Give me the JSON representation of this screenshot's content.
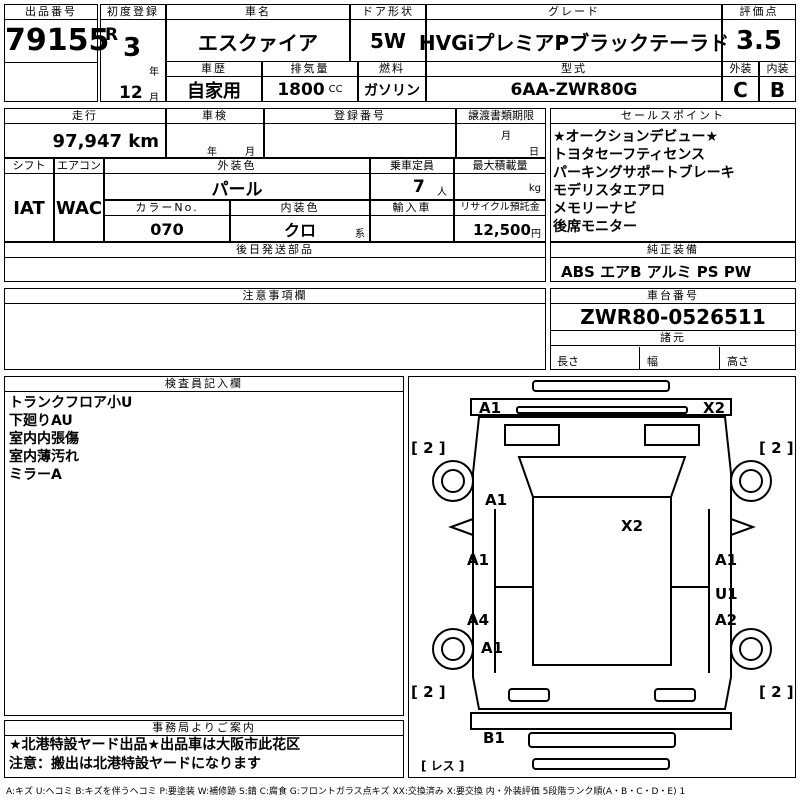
{
  "header": {
    "lot_label": "出品番号",
    "lot_no": "79155",
    "first_reg_label": "初度登録",
    "era": "R",
    "year": "3",
    "year_unit": "年",
    "month": "12",
    "month_unit": "月",
    "model_label": "車名",
    "model": "エスクァイア",
    "door_label": "ドア形状",
    "door": "5W",
    "grade_label": "グレード",
    "grade": "HVGiプレミアPブラックテーラド",
    "score_label": "評価点",
    "score": "3.5",
    "history_label": "車歴",
    "history": "自家用",
    "displacement_label": "排気量",
    "displacement": "1800",
    "cc_unit": "CC",
    "fuel_label": "燃料",
    "fuel": "ガソリン",
    "type_label": "型式",
    "type": "6AA-ZWR80G",
    "ext_label": "外装",
    "ext_grade": "C",
    "int_label": "内装",
    "int_grade": "B"
  },
  "row2": {
    "mileage_label": "走行",
    "mileage": "97,947 km",
    "inspection_label": "車検",
    "insp_year": "年",
    "insp_month": "月",
    "plate_label": "登録番号",
    "transfer_label": "譲渡書類期限",
    "transfer_month": "月",
    "transfer_day": "日",
    "shift_label": "シフト",
    "shift": "IAT",
    "ac_label": "エアコン",
    "ac": "WAC",
    "color_label": "外装色",
    "color": "パール",
    "seats_label": "乗車定員",
    "seats": "7",
    "seats_unit": "人",
    "load_label": "最大積載量",
    "load_unit": "kg",
    "color_no_label": "カラーNo.",
    "color_no": "070",
    "interior_label": "内装色",
    "interior": "クロ",
    "interior_unit": "系",
    "import_label": "輸入車",
    "recycle_label": "リサイクル預託金",
    "recycle": "12,500",
    "recycle_unit": "円",
    "later_label": "後日発送部品"
  },
  "sales_points": {
    "label": "セールスポイント",
    "items": [
      "★オークションデビュー★",
      "トヨタセーフティセンス",
      "パーキングサポートブレーキ",
      "モデリスタエアロ",
      "メモリーナビ",
      "後席モニター"
    ]
  },
  "equipment": {
    "label": "純正装備",
    "items": "ABS エアB アルミ PS PW"
  },
  "notes": {
    "label": "注意事項欄"
  },
  "chassis": {
    "label": "車台番号",
    "number": "ZWR80-0526511",
    "specs_label": "諸元",
    "length": "長さ",
    "width": "幅",
    "height": "高さ"
  },
  "inspector": {
    "label": "検査員記入欄",
    "lines": [
      "トランクフロア小U",
      "下廻りAU",
      "室内内張傷",
      "室内薄汚れ",
      "ミラーA"
    ]
  },
  "office": {
    "label": "事務局よりご案内",
    "line1": "★北港特設ヤード出品★出品車は大阪市此花区",
    "line2": "注意：搬出は北港特設ヤードになります"
  },
  "diagram": {
    "marks": {
      "a1_tl": "A1",
      "x2_tr": "X2",
      "b2_l1": "[ 2 ]",
      "b2_r1": "[ 2 ]",
      "a1_hood": "A1",
      "x2_roof": "X2",
      "a1_lf": "A1",
      "a1_rf": "A1",
      "u1_r": "U1",
      "a4_l": "A4",
      "a2_r": "A2",
      "a1_lr": "A1",
      "b2_l2": "[ 2 ]",
      "b2_r2": "[ 2 ]",
      "b1": "B1",
      "less": "[ レス ]"
    }
  },
  "legend": "A:キズ U:ヘコミ B:キズを伴うヘコミ P:要塗装 W:補修跡 S:錆 C:腐食 G:フロントガラス点キズ XX:交換済み X:要交換 内・外装評価 5段階ランク順(A・B・C・D・E) 1"
}
